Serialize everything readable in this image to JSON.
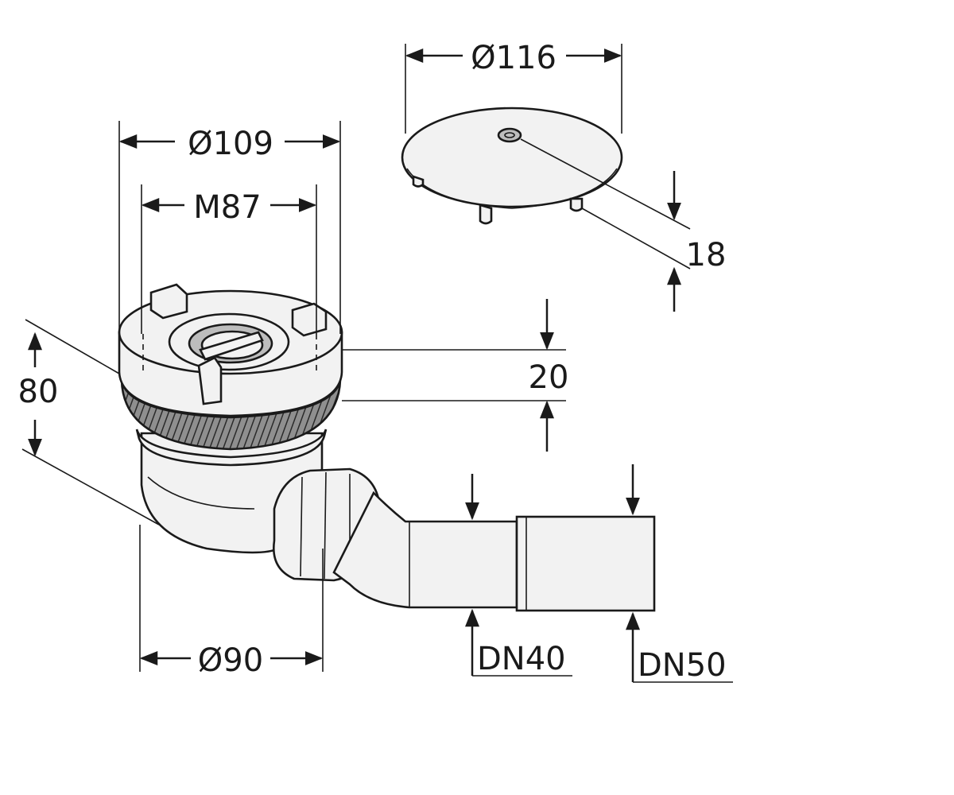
{
  "drawing": {
    "labels": {
      "cover_diameter": "Ø116",
      "flange_diameter": "Ø109",
      "thread": "M87",
      "cover_height": "18",
      "flange_height": "20",
      "total_height": "80",
      "body_diameter": "Ø90",
      "outlet_small": "DN40",
      "outlet_large": "DN50"
    },
    "colors": {
      "line": "#1a1a1a",
      "fill_light": "#f2f2f2",
      "fill_mid": "#bdbdbd",
      "background": "#ffffff"
    }
  }
}
